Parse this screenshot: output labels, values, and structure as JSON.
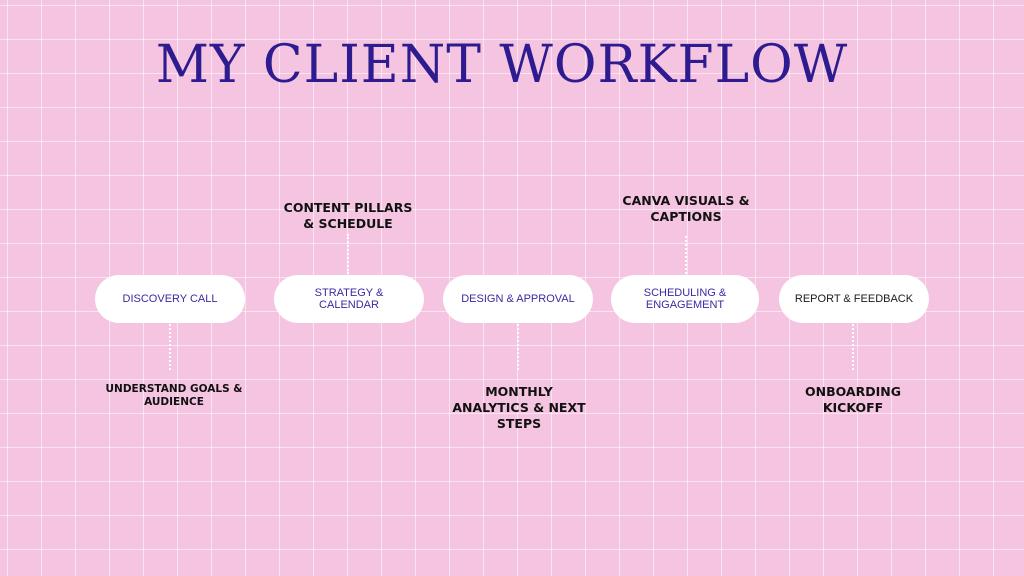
{
  "title": "MY CLIENT WORKFLOW",
  "colors": {
    "background": "#f4c4e0",
    "title": "#2d1b8f",
    "pill_text": "#3a2aa0",
    "pill_background": "#ffffff"
  },
  "steps": [
    {
      "label": "DISCOVERY CALL"
    },
    {
      "label": "STRATEGY & CALENDAR"
    },
    {
      "label": "DESIGN & APPROVAL"
    },
    {
      "label": "SCHEDULING & ENGAGEMENT"
    },
    {
      "label": "REPORT & FEEDBACK"
    }
  ],
  "notes": {
    "discovery": "UNDERSTAND GOALS & AUDIENCE",
    "strategy": "CONTENT PILLARS & SCHEDULE",
    "design": "MONTHLY ANALYTICS & NEXT STEPS",
    "scheduling": "CANVA VISUALS & CAPTIONS",
    "report": "ONBOARDING KICKOFF"
  }
}
